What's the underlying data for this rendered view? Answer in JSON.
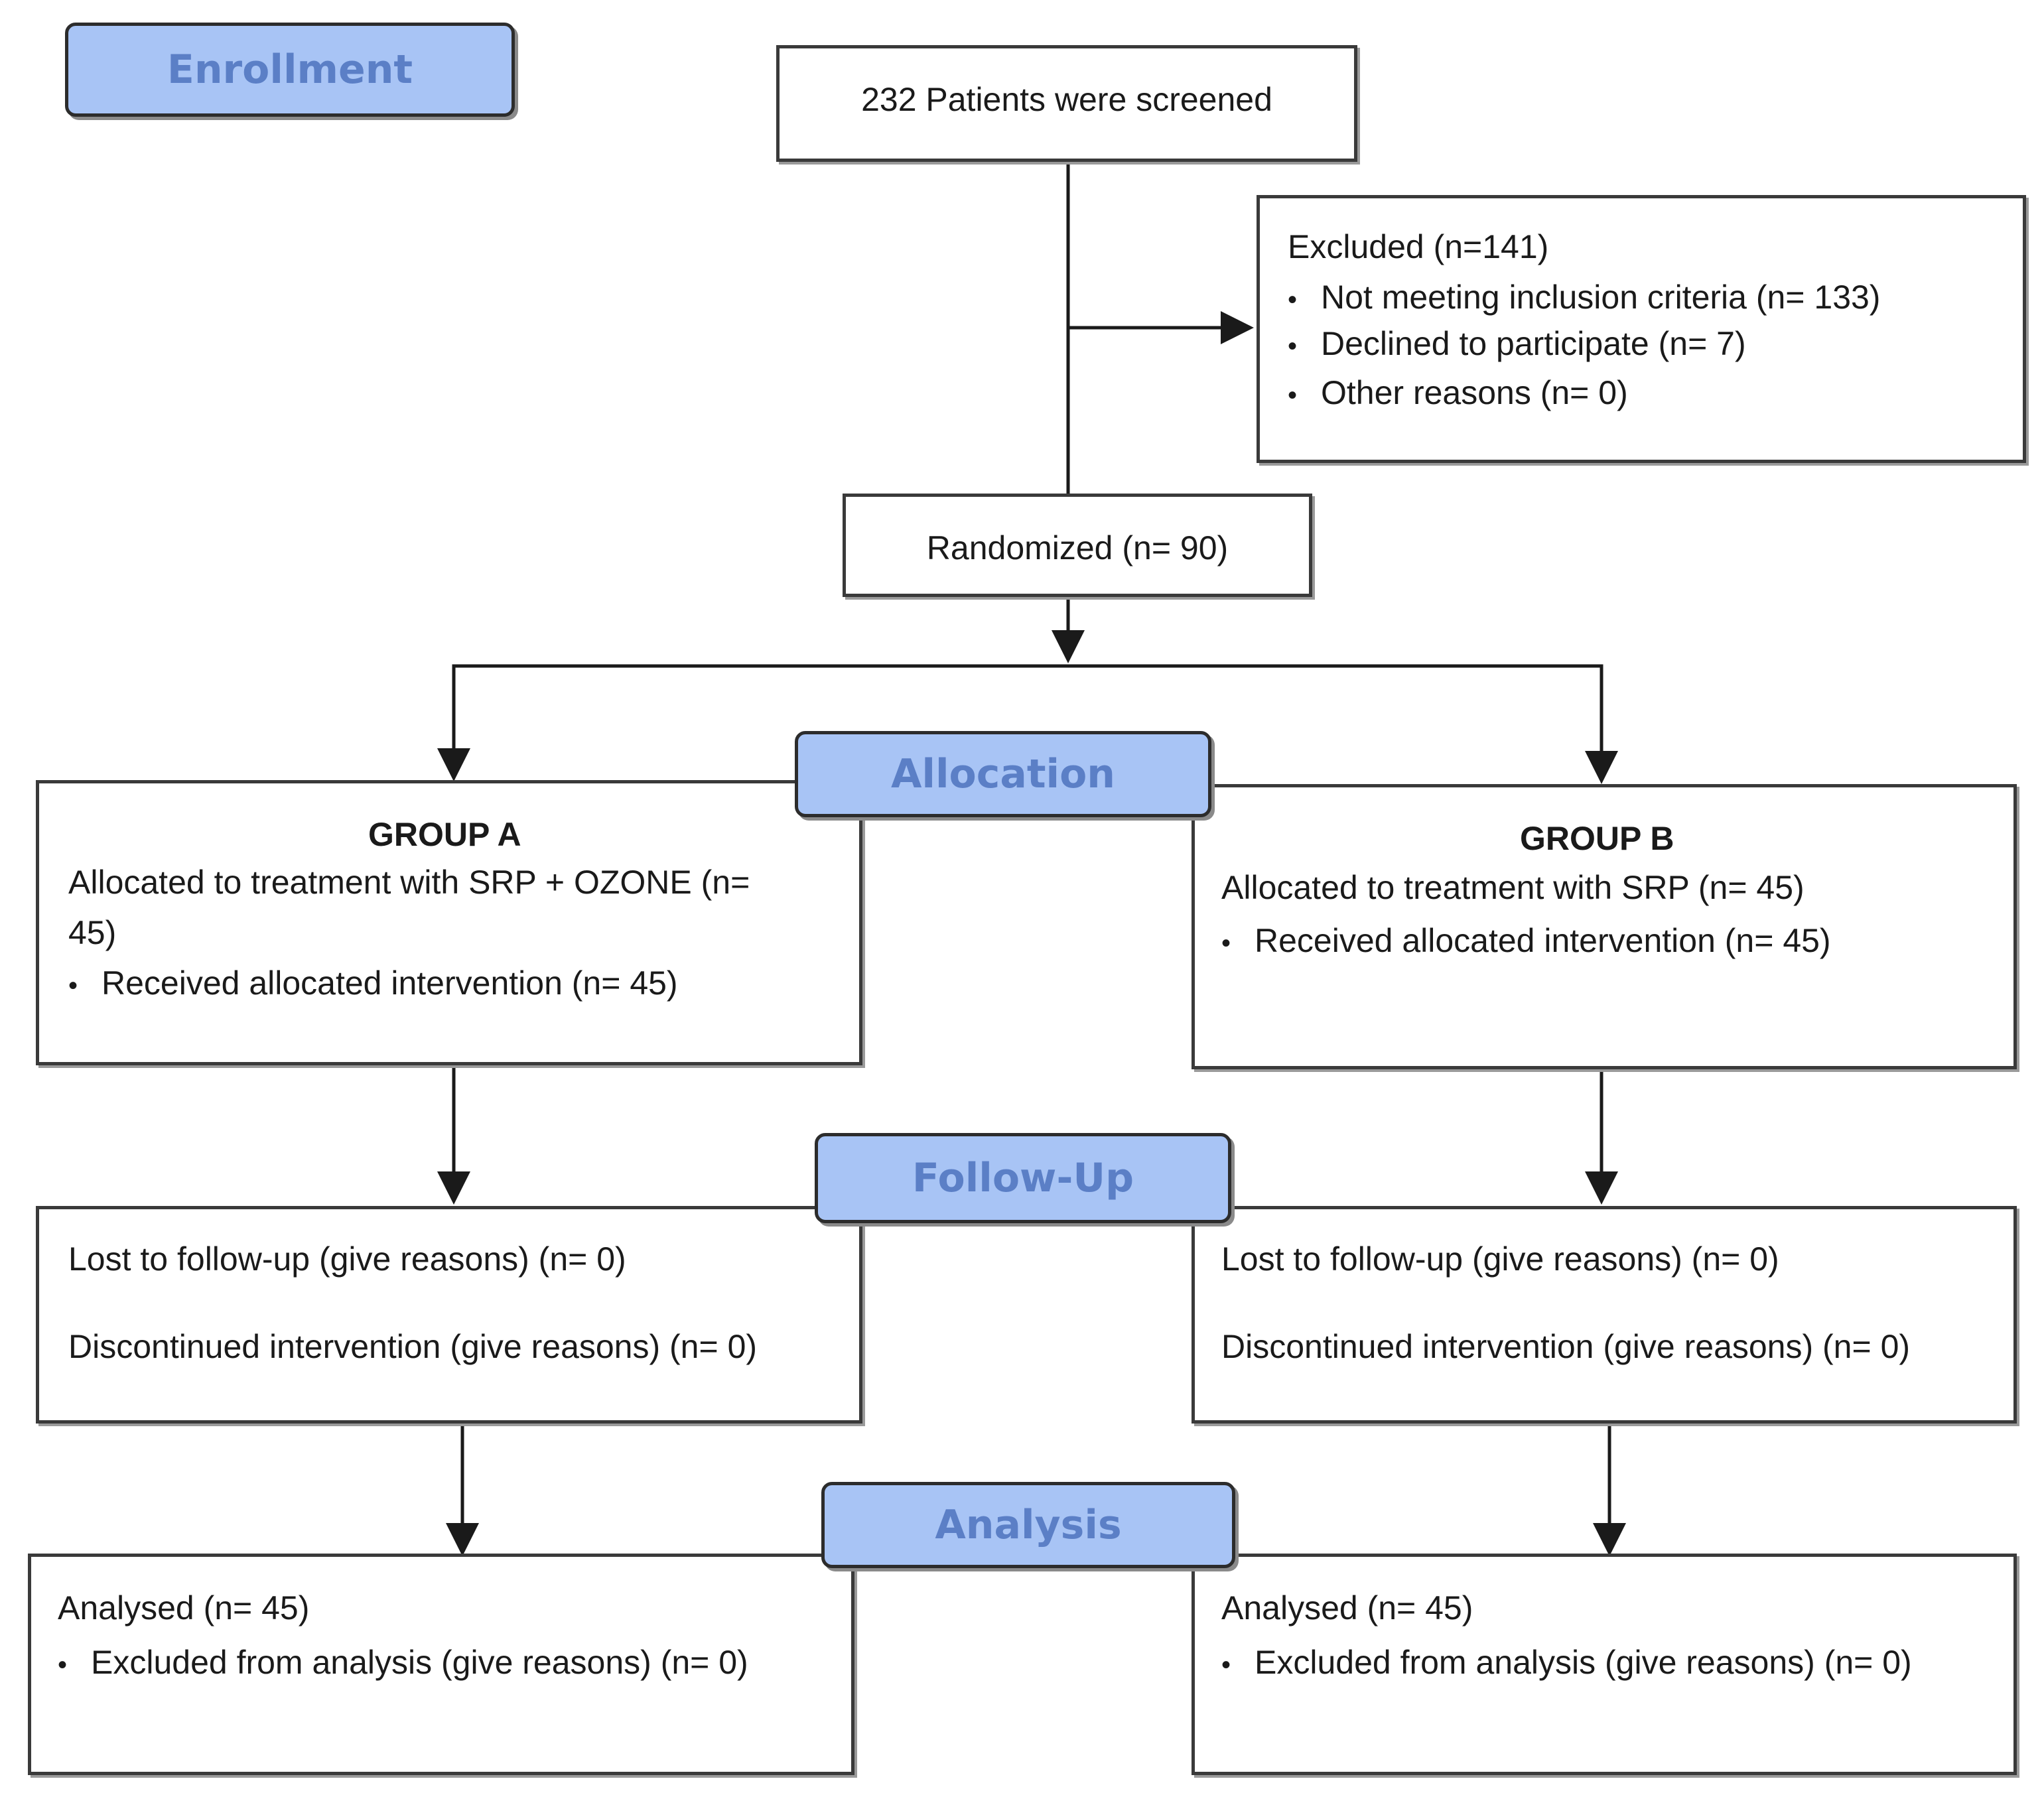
{
  "stages": {
    "enrollment": "Enrollment",
    "allocation": "Allocation",
    "follow_up": "Follow-Up",
    "analysis": "Analysis"
  },
  "screened": "232 Patients were screened",
  "excluded": {
    "title": "Excluded (n=141)",
    "items": [
      "Not meeting inclusion criteria (n= 133)",
      "Declined to participate (n= 7)",
      "Other reasons (n= 0)"
    ]
  },
  "randomized": "Randomized (n= 90)",
  "group_a": {
    "title": "GROUP A",
    "allocated_line1": "Allocated to treatment with SRP + OZONE (n=",
    "allocated_line2": "45)",
    "received": "Received allocated intervention (n= 45)",
    "lost": "Lost to follow-up (give reasons) (n= 0)",
    "discontinued": "Discontinued intervention (give reasons) (n= 0)",
    "analysed": "Analysed (n= 45)",
    "excluded_analysis": "Excluded from analysis (give reasons) (n= 0)"
  },
  "group_b": {
    "title": "GROUP B",
    "allocated": "Allocated to treatment with SRP (n= 45)",
    "received": "Received allocated intervention (n= 45)",
    "lost": "Lost to follow-up (give reasons) (n= 0)",
    "discontinued": "Discontinued intervention (give reasons) (n= 0)",
    "analysed": "Analysed (n= 45)",
    "excluded_analysis": "Excluded from analysis (give reasons) (n= 0)"
  },
  "bullet_glyph": "•"
}
